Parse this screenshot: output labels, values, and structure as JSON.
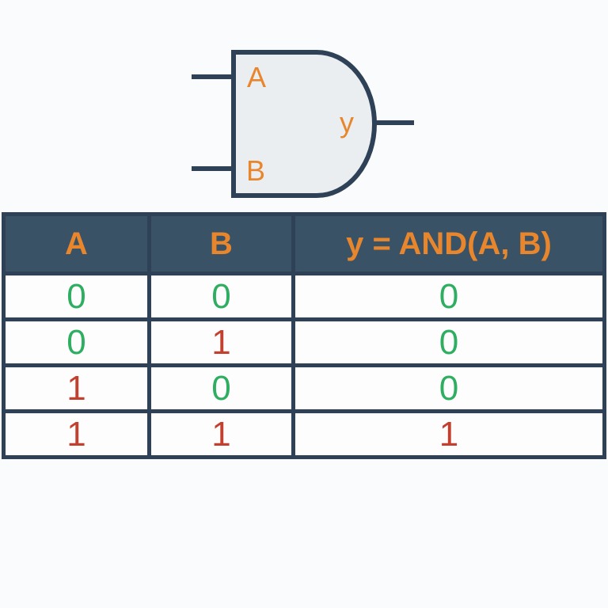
{
  "colors": {
    "background": "#fafbfc",
    "dark": "#2e4156",
    "header_bg": "#3a5265",
    "orange": "#e8862d",
    "green": "#2eae60",
    "red": "#c3402f",
    "gate_fill": "#ebeef1",
    "cell_bg": "#fdfdfd"
  },
  "gate": {
    "type": "AND",
    "input_a_label": "A",
    "input_b_label": "B",
    "output_label": "y"
  },
  "table": {
    "headers": [
      {
        "label": "A"
      },
      {
        "label": "B"
      },
      {
        "label": "y = AND(A, B)"
      }
    ],
    "rows": [
      {
        "cells": [
          {
            "value": "0",
            "color": "green"
          },
          {
            "value": "0",
            "color": "green"
          },
          {
            "value": "0",
            "color": "green"
          }
        ]
      },
      {
        "cells": [
          {
            "value": "0",
            "color": "green"
          },
          {
            "value": "1",
            "color": "red"
          },
          {
            "value": "0",
            "color": "green"
          }
        ]
      },
      {
        "cells": [
          {
            "value": "1",
            "color": "red"
          },
          {
            "value": "0",
            "color": "green"
          },
          {
            "value": "0",
            "color": "green"
          }
        ]
      },
      {
        "cells": [
          {
            "value": "1",
            "color": "red"
          },
          {
            "value": "1",
            "color": "red"
          },
          {
            "value": "1",
            "color": "red"
          }
        ]
      }
    ]
  }
}
